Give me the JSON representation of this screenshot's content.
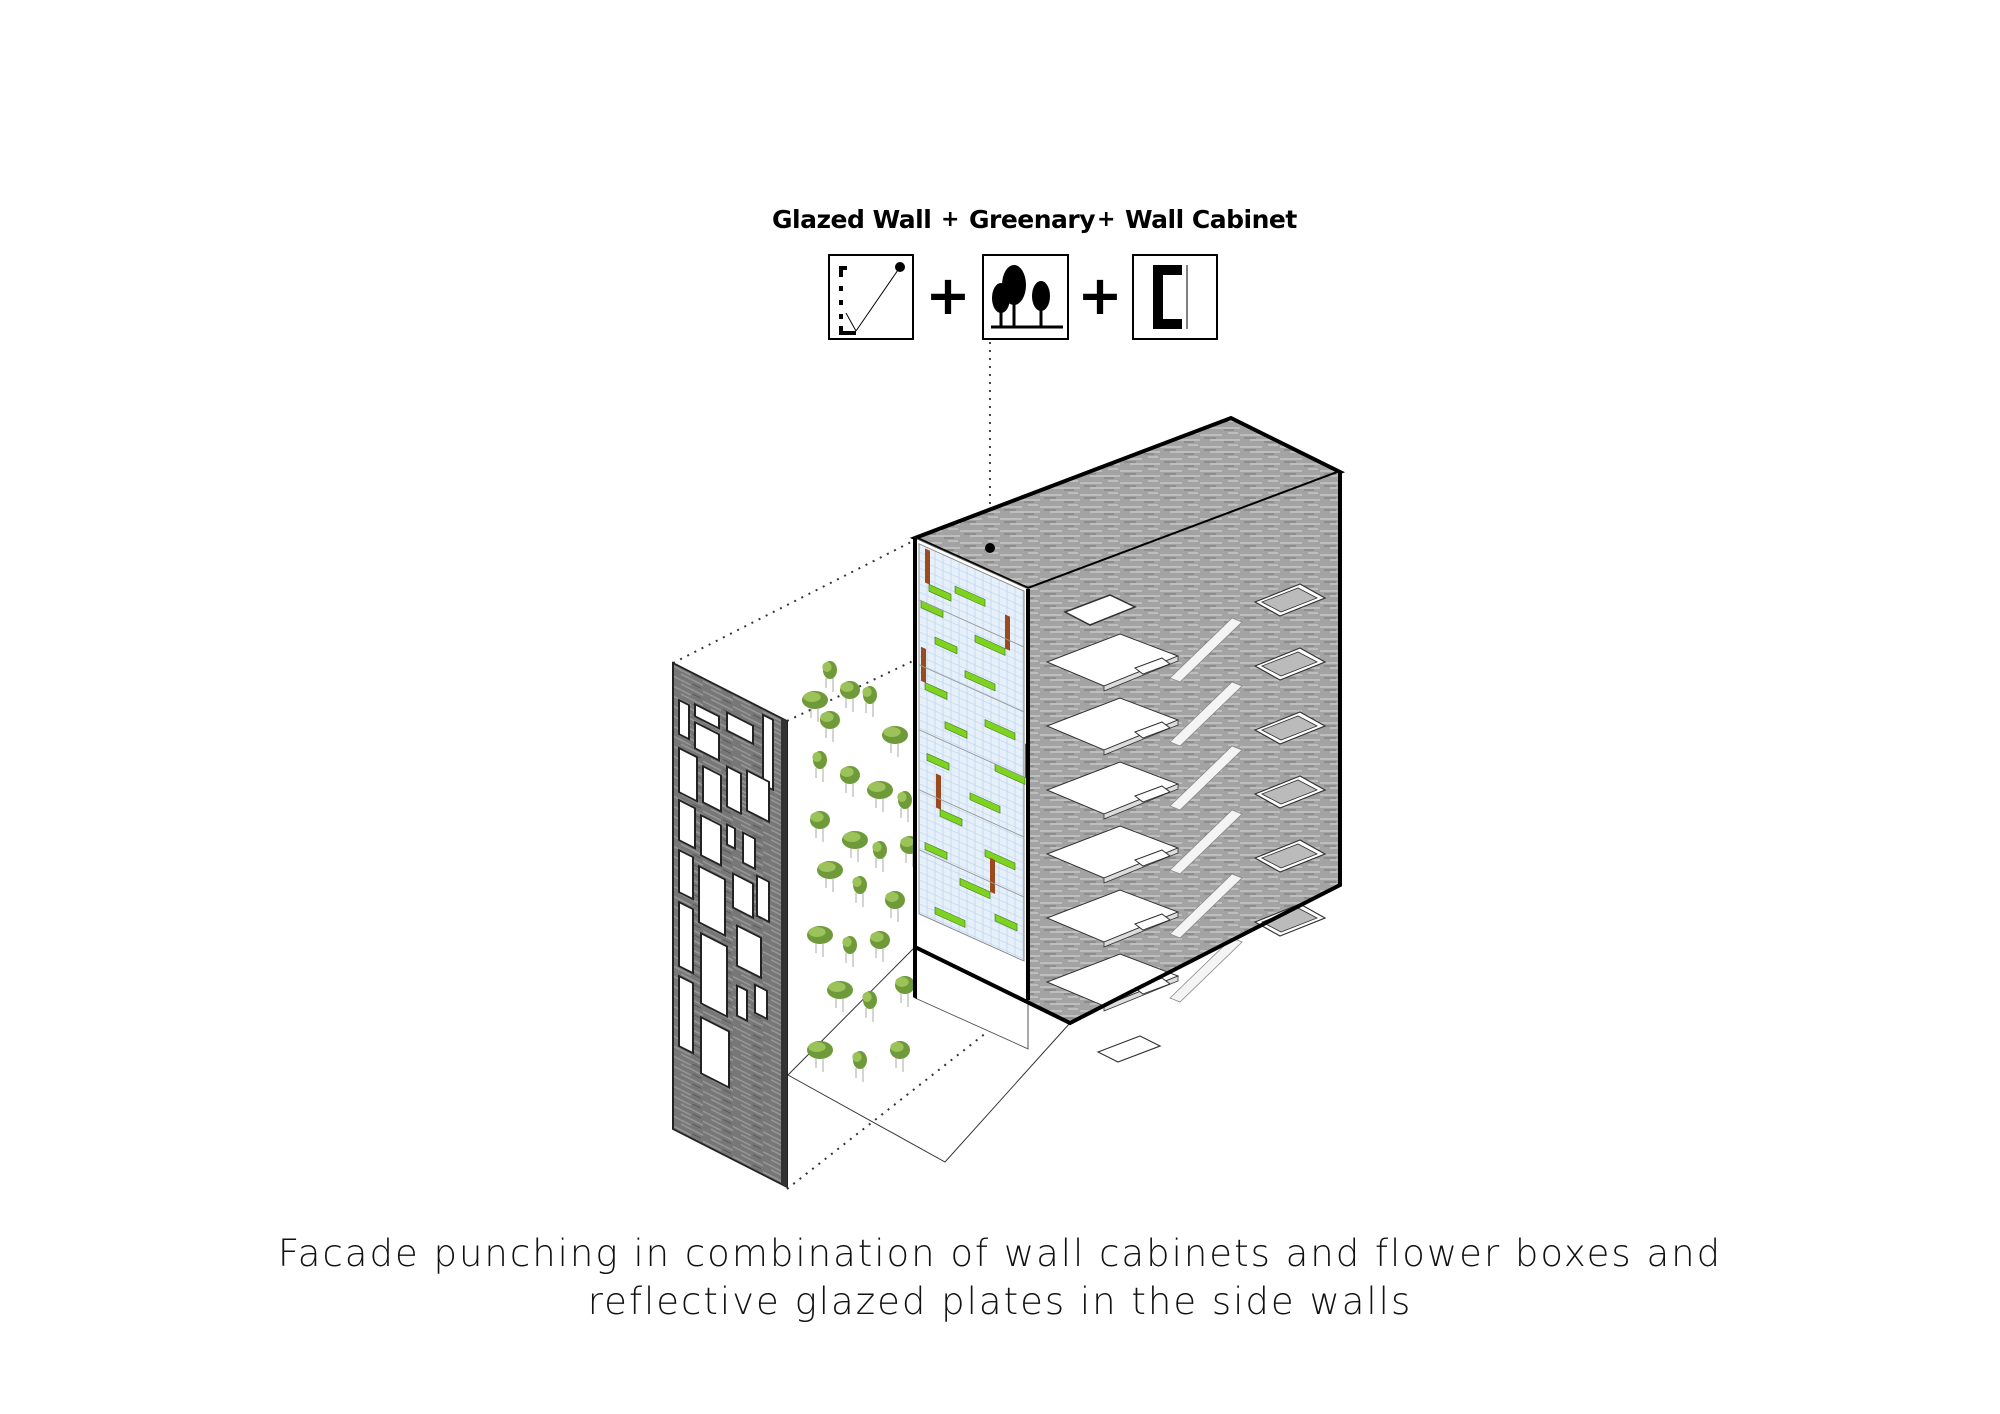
{
  "legend": {
    "items": [
      {
        "label": "Glazed Wall",
        "icon": "glazed-wall-sun-reflection-icon"
      },
      {
        "label": "Greenary",
        "icon": "trees-icon"
      },
      {
        "label": "Wall Cabinet",
        "icon": "wall-cabinet-icon"
      }
    ],
    "plus": "+"
  },
  "caption": {
    "line1": "Facade punching in combination of wall cabinets and flower boxes and",
    "line2": "reflective glazed plates in the side walls"
  },
  "colors": {
    "concrete": "#9a9a9a",
    "panel": "#6e6e6e",
    "greenery": "#7ed321",
    "cabinet": "#9b4a1c",
    "glass": "#dbe9f7"
  }
}
